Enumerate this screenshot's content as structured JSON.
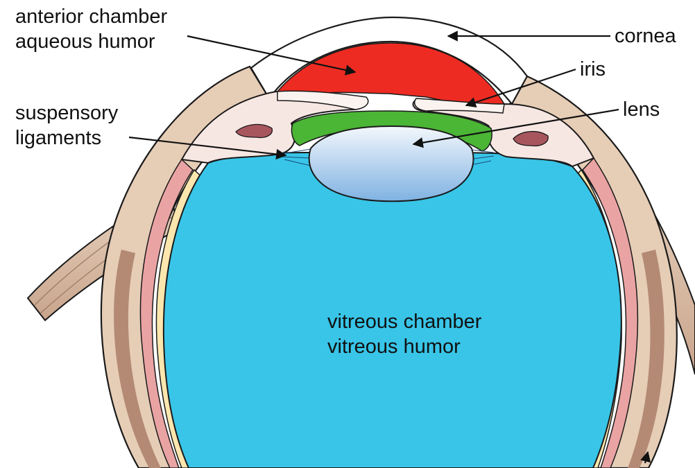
{
  "labels": {
    "anterior_chamber": [
      "anterior chamber",
      "aqueous humor"
    ],
    "suspensory": [
      "suspensory",
      "ligaments"
    ],
    "cornea": "cornea",
    "iris": "iris",
    "lens": "lens",
    "vitreous": [
      "vitreous chamber",
      "vitreous humor"
    ]
  },
  "colors": {
    "aqueous": "#ee2b22",
    "vitreous": "#38c5e8",
    "lens_top": "#f2f6fc",
    "lens_bottom": "#7fb2e2",
    "ciliary_green": "#4bb535",
    "sclera": "#e2c9b2",
    "choroid": "#eaa3a3",
    "retina": "#fbe6ae",
    "outline": "#1a1a1a"
  }
}
